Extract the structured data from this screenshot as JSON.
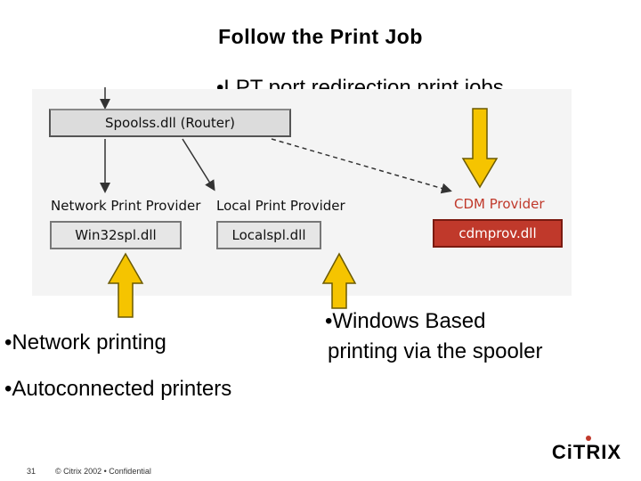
{
  "slide": {
    "title": "Follow the Print Job",
    "bullets": {
      "lpt": "•LPT port redirection print jobs",
      "network": "•Network printing",
      "windows_line1": "•Windows Based",
      "windows_line2": "printing via the spooler",
      "autoconnected": "•Autoconnected printers"
    },
    "footer": {
      "page_number": "31",
      "copyright": "© Citrix 2002  •  Confidential"
    },
    "logo": "CiTRIX"
  },
  "diagram": {
    "router_label": "Spoolss.dll (Router)",
    "providers": [
      {
        "label": "Network Print Provider",
        "dll": "Win32spl.dll"
      },
      {
        "label": "Local Print Provider",
        "dll": "Localspl.dll"
      },
      {
        "label": "CDM Provider",
        "dll": "cdmprov.dll"
      }
    ]
  },
  "colors": {
    "callout_arrow_fill": "#f5c400",
    "callout_arrow_stroke": "#6b5a00",
    "cdm_red": "#c0392b",
    "line_dark": "#333333"
  }
}
